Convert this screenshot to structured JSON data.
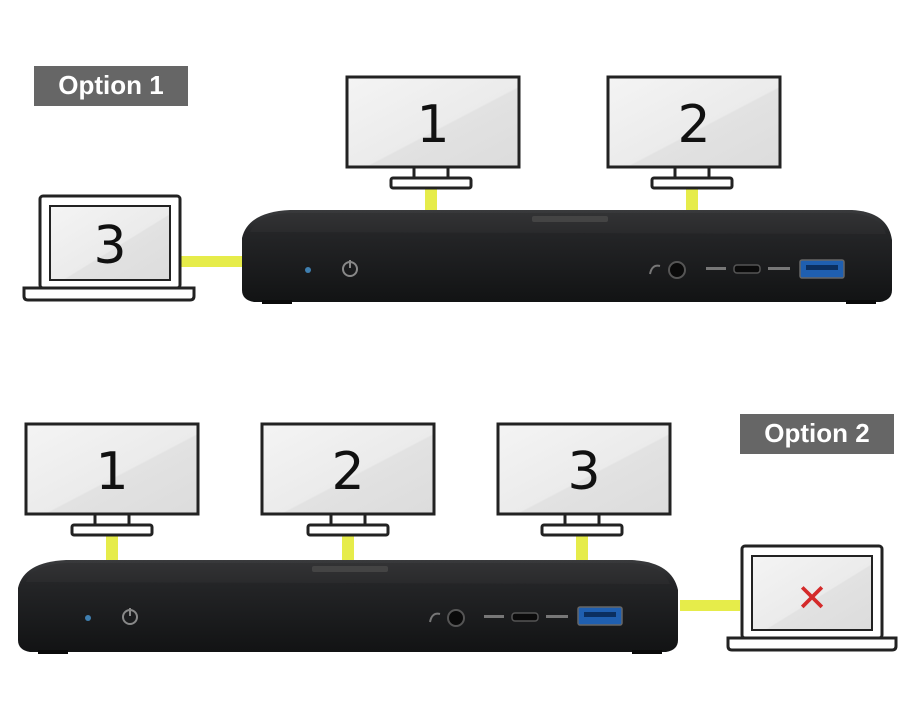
{
  "colors": {
    "cable": "#e6ec4a",
    "dock_body": "#1c1d1f",
    "dock_top": "#2e2f31",
    "label_bg": "#666666",
    "label_text": "#ffffff",
    "screen_fill": "#ececec",
    "outline": "#222222",
    "cross": "#d42a2a",
    "led": "#3f7fb0"
  },
  "option1": {
    "label": "Option 1",
    "monitors": [
      {
        "number": "1"
      },
      {
        "number": "2"
      }
    ],
    "laptop": {
      "number": "3"
    }
  },
  "option2": {
    "label": "Option 2",
    "monitors": [
      {
        "number": "1"
      },
      {
        "number": "2"
      },
      {
        "number": "3"
      }
    ],
    "laptop": {
      "symbol": "✕",
      "icon": "cross-icon"
    }
  }
}
